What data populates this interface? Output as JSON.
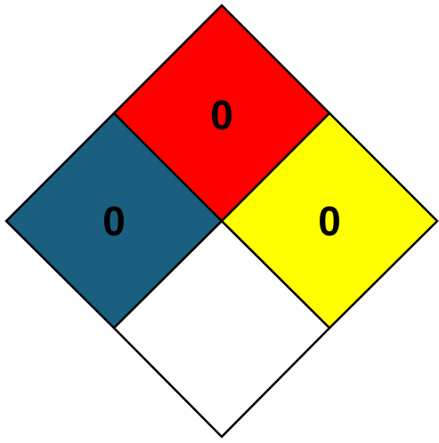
{
  "hazard_diamond": {
    "health": {
      "value": "0",
      "color": "#1a5e80"
    },
    "flammability": {
      "value": "0",
      "color": "#ff0000"
    },
    "instability": {
      "value": "0",
      "color": "#ffff00"
    },
    "special": {
      "value": "",
      "color": "#ffffff"
    },
    "outline_color": "#000000"
  }
}
